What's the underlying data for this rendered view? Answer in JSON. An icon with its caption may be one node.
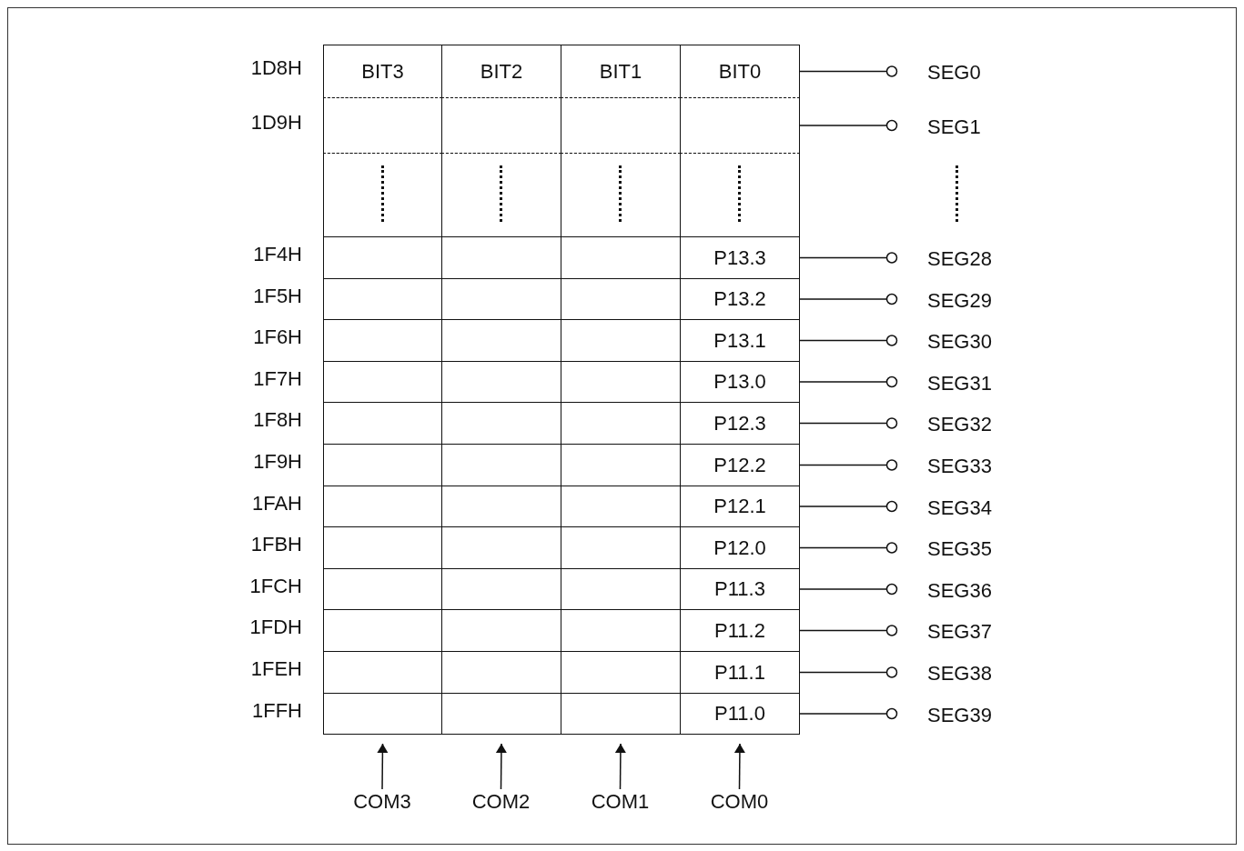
{
  "diagram": {
    "nodes": [
      {
        "text": [
          "BIT3"
        ]
      },
      {
        "text": [
          "BIT2"
        ]
      },
      {
        "text": [
          "BIT1"
        ]
      },
      {
        "text": [
          "BIT0"
        ]
      },
      {
        "text": [],
        "shape": "box"
      },
      {
        "text": [
          "P13.3"
        ]
      },
      {
        "text": [
          "P13.2"
        ]
      },
      {
        "text": [
          "P13.1"
        ]
      },
      {
        "text": [
          "P13.0"
        ]
      },
      {
        "text": [
          "P12.3"
        ]
      },
      {
        "text": [
          "P12.2"
        ]
      },
      {
        "text": [
          "P12.1"
        ]
      },
      {
        "text": [
          "P12.0"
        ]
      },
      {
        "text": [
          "P11.3"
        ]
      },
      {
        "text": [
          "P11.2"
        ]
      },
      {
        "text": [
          "P11.1"
        ]
      },
      {
        "text": [
          "P11.0"
        ]
      },
      {
        "text": [
          "SEG0"
        ]
      },
      {
        "text": [
          "SEG1"
        ]
      },
      {
        "text": [
          "SEG28"
        ]
      },
      {
        "text": [
          "SEG29"
        ]
      },
      {
        "text": [
          "SEG30"
        ]
      },
      {
        "text": [
          "SEG31"
        ]
      },
      {
        "text": [
          "SEG32"
        ]
      },
      {
        "text": [
          "SEG33"
        ]
      },
      {
        "text": [
          "SEG34"
        ]
      },
      {
        "text": [
          "SEG35"
        ]
      },
      {
        "text": [
          "SEG36"
        ]
      },
      {
        "text": [
          "SEG37"
        ]
      },
      {
        "text": [
          "SEG38"
        ]
      },
      {
        "text": [
          "SEG39"
        ]
      },
      {
        "text": [
          "COM3"
        ]
      },
      {
        "text": [
          "COM2"
        ]
      },
      {
        "text": [
          "COM1"
        ]
      },
      {
        "text": [
          "COM0"
        ]
      },
      {
        "text": [],
        "shape": "box"
      },
      {
        "text": [],
        "shape": "box"
      },
      {
        "text": [],
        "shape": "box"
      }
    ],
    "edges": [
      {
        "from": 3,
        "to": 17,
        "arrow": "other"
      },
      {
        "from": 4,
        "to": 18,
        "arrow": "other"
      },
      {
        "from": 5,
        "to": 19,
        "arrow": "other"
      },
      {
        "from": 6,
        "to": 20,
        "arrow": "other"
      },
      {
        "from": 7,
        "to": 21,
        "arrow": "other"
      },
      {
        "from": 8,
        "to": 22,
        "arrow": "other"
      },
      {
        "from": 9,
        "to": 23,
        "arrow": "other"
      },
      {
        "from": 10,
        "to": 24,
        "arrow": "other"
      },
      {
        "from": 11,
        "to": 25,
        "arrow": "other"
      },
      {
        "from": 12,
        "to": 26,
        "arrow": "other"
      },
      {
        "from": 13,
        "to": 27,
        "arrow": "other"
      },
      {
        "from": 14,
        "to": 28,
        "arrow": "other"
      },
      {
        "from": 15,
        "to": 29,
        "arrow": "other"
      },
      {
        "from": 16,
        "to": 30,
        "arrow": "other"
      },
      {
        "from": 31,
        "to": 35,
        "arrow": "to"
      },
      {
        "from": 32,
        "to": 36,
        "arrow": "to"
      },
      {
        "from": 33,
        "to": 37,
        "arrow": "to"
      },
      {
        "from": 34,
        "to": 16,
        "arrow": "to"
      }
    ],
    "labels": [
      "1D8H",
      "1D9H",
      "1F4H",
      "1F5H",
      "1F6H",
      "1F7H",
      "1F8H",
      "1F9H",
      "1FAH",
      "1FBH",
      "1FCH",
      "1FDH",
      "1FEH",
      "1FFH"
    ]
  }
}
